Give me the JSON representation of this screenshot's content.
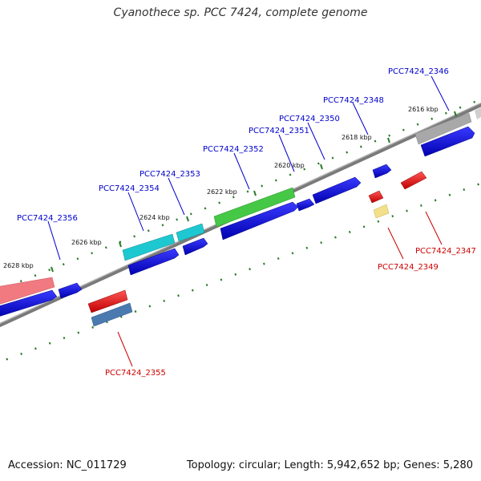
{
  "title": "Cyanothece sp. PCC 7424, complete genome",
  "footer": {
    "accession": "Accession: NC_011729",
    "summary": "Topology: circular; Length: 5,942,652 bp; Genes: 5,280"
  },
  "colors": {
    "forward_label": "#0000cc",
    "reverse_label": "#cc0000",
    "backbone": "#888888",
    "ticks": "#006600"
  },
  "kbp_ticks": [
    "2616 kbp",
    "2618 kbp",
    "2620 kbp",
    "2622 kbp",
    "2624 kbp",
    "2626 kbp",
    "2628 kbp"
  ],
  "forward_genes": [
    "PCC7424_2346",
    "PCC7424_2348",
    "PCC7424_2350",
    "PCC7424_2351",
    "PCC7424_2352",
    "PCC7424_2353",
    "PCC7424_2354",
    "PCC7424_2356"
  ],
  "reverse_genes": [
    "PCC7424_2347",
    "PCC7424_2349",
    "PCC7424_2355"
  ]
}
